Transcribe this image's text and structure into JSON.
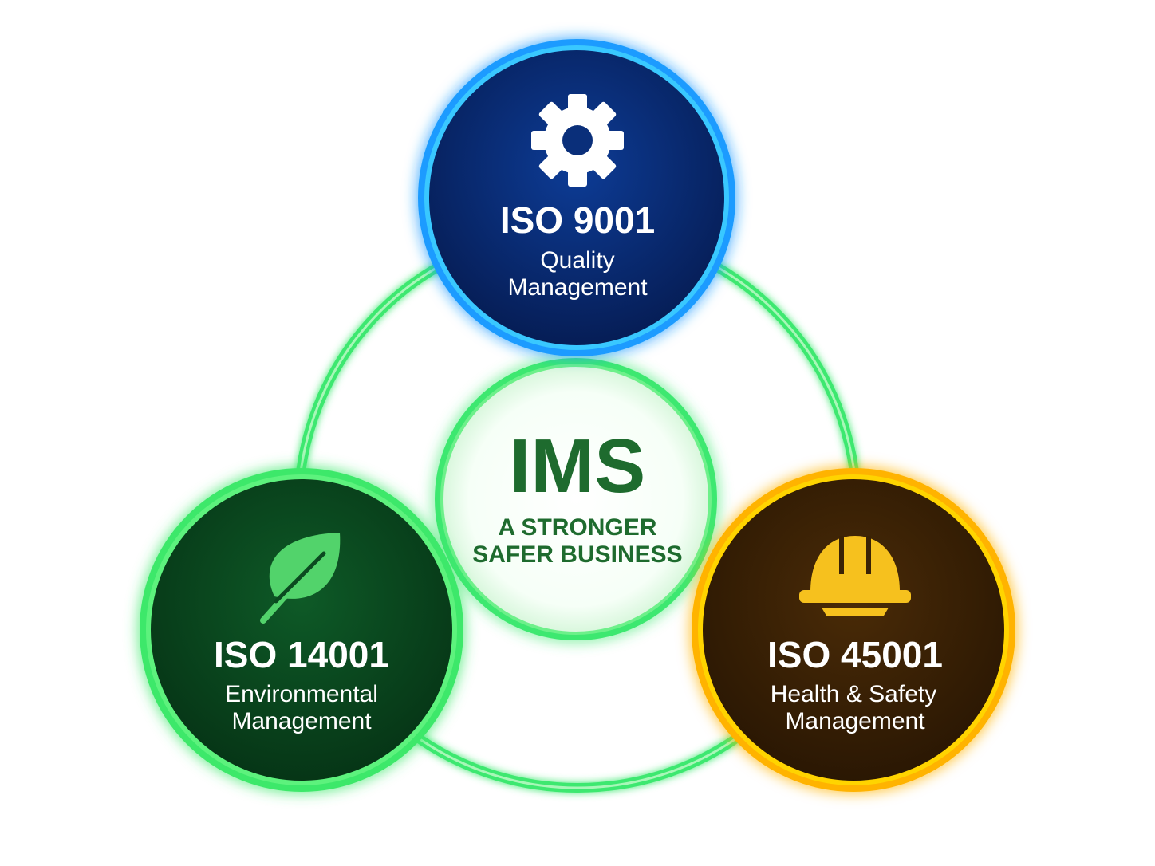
{
  "center": {
    "title": "IMS",
    "tagline_lines": [
      "A STRONGER",
      "SAFER BUSINESS"
    ]
  },
  "standards": [
    {
      "code": "ISO 9001",
      "name_lines": [
        "Quality",
        "Management"
      ],
      "icon": "gear-icon",
      "color": "#1e9bff"
    },
    {
      "code": "ISO 14001",
      "name_lines": [
        "Environmental",
        "Management"
      ],
      "icon": "leaf-icon",
      "color": "#3ee86a"
    },
    {
      "code": "ISO 45001",
      "name_lines": [
        "Health & Safety",
        "Management"
      ],
      "icon": "hard-hat-icon",
      "color": "#ffc400"
    }
  ],
  "colors": {
    "ring": "#3ee870",
    "center_text": "#1e6b2e",
    "blue_fill": "#0a2f7a",
    "green_fill": "#0b4a20",
    "orange_fill": "#3a2205",
    "leaf": "#52d36b",
    "hat": "#f6c11e"
  }
}
